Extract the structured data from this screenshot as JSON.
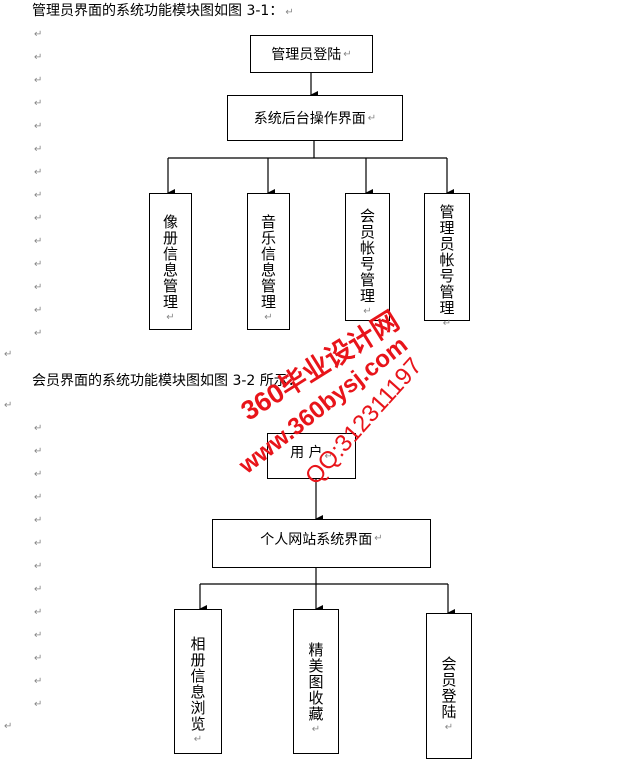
{
  "heading1": "管理员界面的系统功能模块图如图 3-1：",
  "heading2": "会员界面的系统功能模块图如图 3-2 所示：",
  "paragraph_mark": "↵",
  "diagram1": {
    "top_box": "管理员登陆",
    "middle_box": "系统后台操作界面",
    "modules": [
      "像册信息管理",
      "音乐信息管理",
      "会员帐号管理",
      "管理员帐号管理"
    ]
  },
  "diagram2": {
    "top_box": "用 户",
    "middle_box": "个人网站系统界面",
    "modules": [
      "相册信息浏览",
      "精美图收藏",
      "会员登陆"
    ]
  },
  "watermark": {
    "line1": "360毕业设计网",
    "line2": "www.360bysj.com",
    "line3": "QQ:312311197",
    "color": "#e8141a"
  }
}
